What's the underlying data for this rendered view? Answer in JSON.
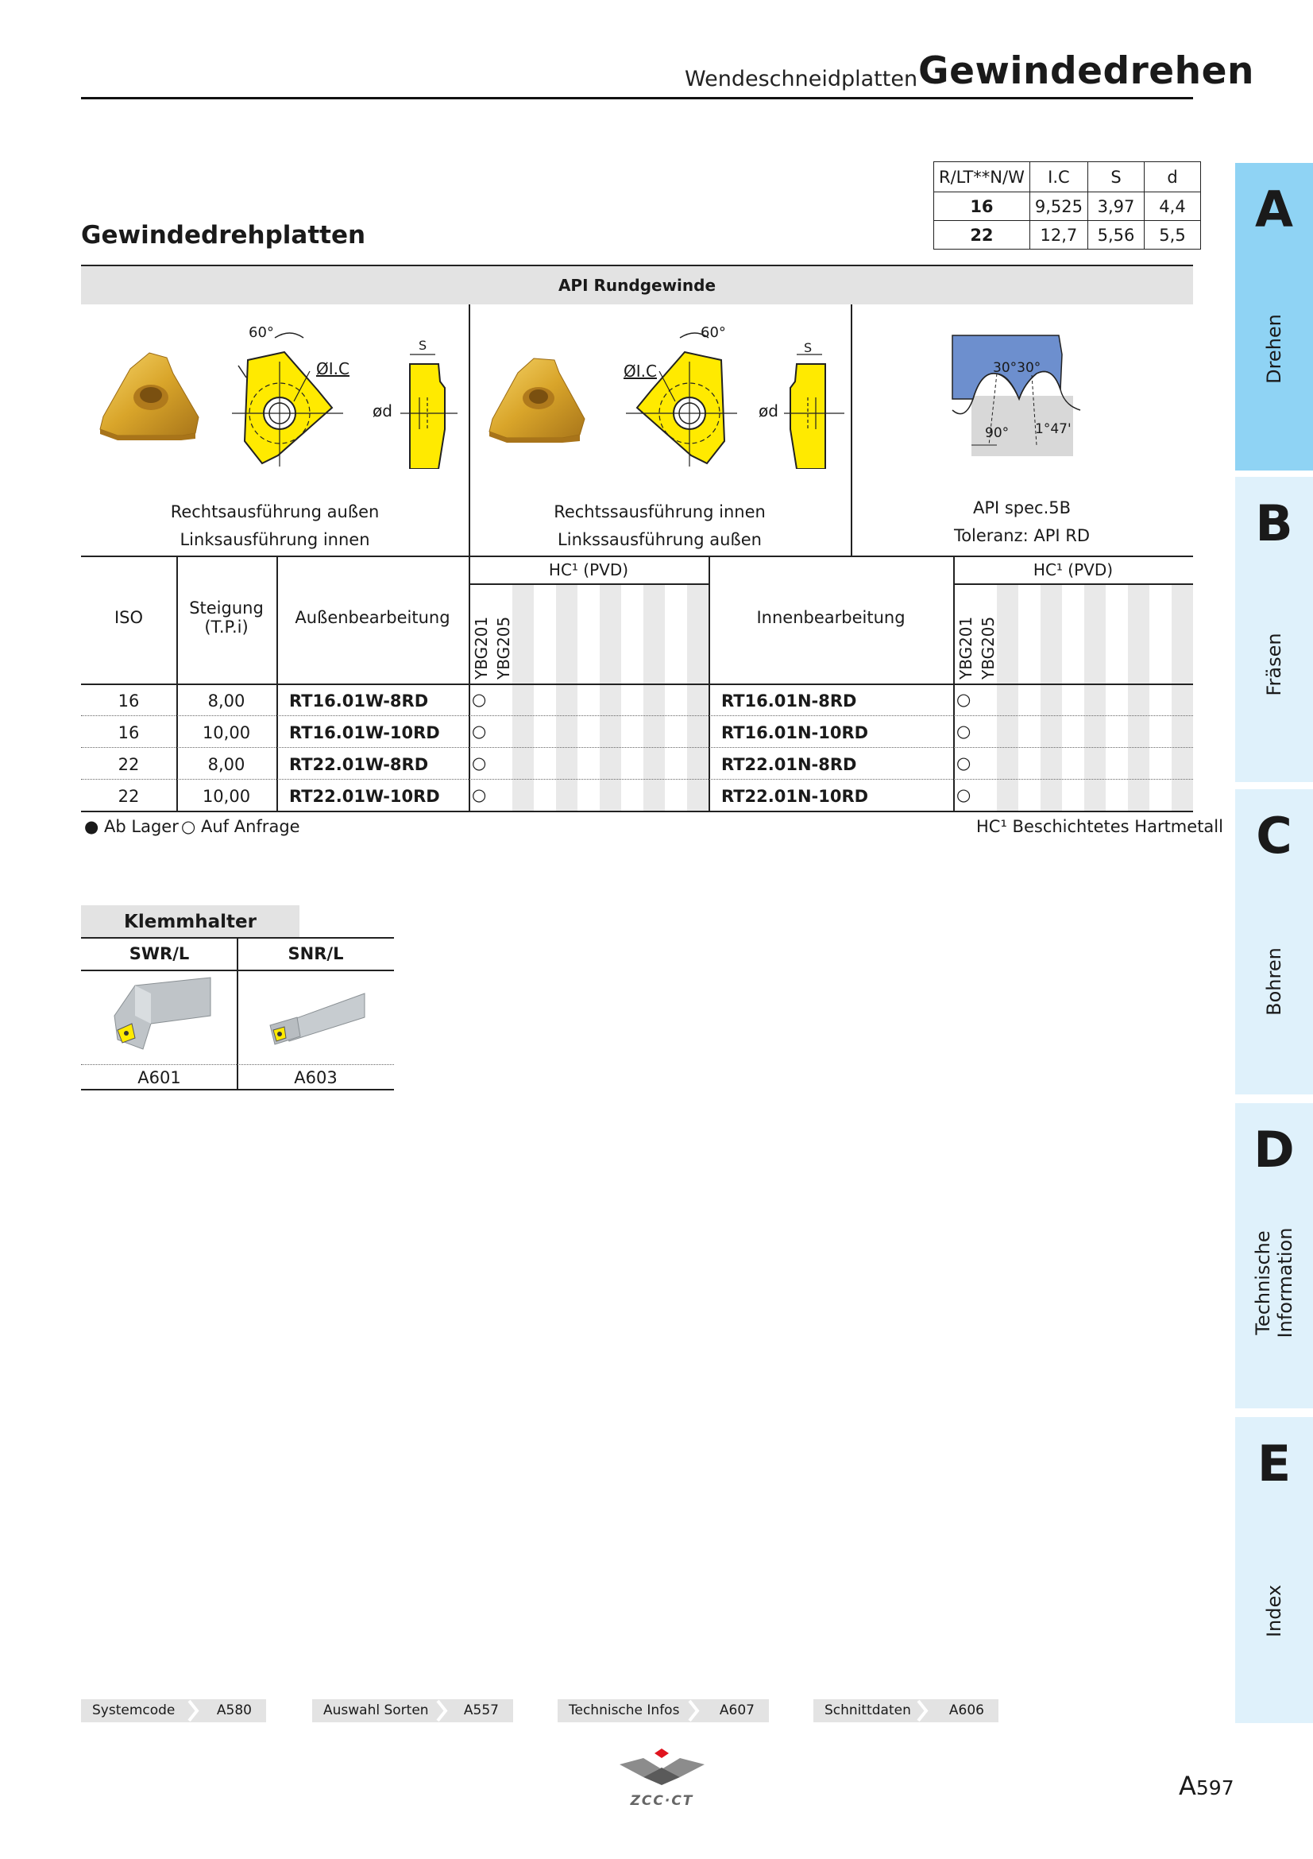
{
  "header": {
    "section": "Wendeschneidplatten",
    "title": "Gewindedrehen"
  },
  "dims_table": {
    "headers": [
      "R/LT**N/W",
      "I.C",
      "S",
      "d"
    ],
    "rows": [
      [
        "16",
        "9,525",
        "3,97",
        "4,4"
      ],
      [
        "22",
        "12,7",
        "5,56",
        "5,5"
      ]
    ]
  },
  "section_title": "Gewindedrehplatten",
  "api_band": "API Rundgewinde",
  "diagram_labels": {
    "angle": "60°",
    "ic": "ØI.C",
    "s": "S",
    "d": "ød",
    "profile_angles": "30°30°",
    "profile_90": "90°",
    "profile_147": "1°47'"
  },
  "captions": {
    "left_line1": "Rechtsausführung außen",
    "left_line2": "Linksausführung innen",
    "mid_line1": "Rechtssausführung innen",
    "mid_line2": "Linkssausführung außen",
    "right_line1": "API spec.5B",
    "right_line2": "Toleranz: API RD"
  },
  "main_table": {
    "col_iso": "ISO",
    "col_pitch_1": "Steigung",
    "col_pitch_2": "(T.P.i)",
    "col_ext": "Außenbearbeitung",
    "col_int": "Innenbearbeitung",
    "grade_group": "HC¹ (PVD)",
    "grades": [
      "YBG201",
      "YBG205"
    ],
    "rows": [
      {
        "iso": "16",
        "pitch": "8,00",
        "ext": "RT16.01W-8RD",
        "ext_avail": "○",
        "int": "RT16.01N-8RD",
        "int_avail": "○"
      },
      {
        "iso": "16",
        "pitch": "10,00",
        "ext": "RT16.01W-10RD",
        "ext_avail": "○",
        "int": "RT16.01N-10RD",
        "int_avail": "○"
      },
      {
        "iso": "22",
        "pitch": "8,00",
        "ext": "RT22.01W-8RD",
        "ext_avail": "○",
        "int": "RT22.01N-8RD",
        "int_avail": "○"
      },
      {
        "iso": "22",
        "pitch": "10,00",
        "ext": "RT22.01W-10RD",
        "ext_avail": "○",
        "int": "RT22.01N-10RD",
        "int_avail": "○"
      }
    ]
  },
  "legend": {
    "stock": "● Ab Lager",
    "request": "○ Auf Anfrage",
    "note": "HC¹ Beschichtetes Hartmetall"
  },
  "klemmhalter": {
    "title": "Klemmhalter",
    "cols": [
      {
        "name": "SWR/L",
        "page": "A601"
      },
      {
        "name": "SNR/L",
        "page": "A603"
      }
    ]
  },
  "tabs": [
    {
      "letter": "A",
      "label": "Drehen"
    },
    {
      "letter": "B",
      "label": "Fräsen"
    },
    {
      "letter": "C",
      "label": "Bohren"
    },
    {
      "letter": "D",
      "label_1": "Technische",
      "label_2": "Information"
    },
    {
      "letter": "E",
      "label": "Index"
    }
  ],
  "footer_links": [
    {
      "label": "Systemcode",
      "page": "A580"
    },
    {
      "label": "Auswahl Sorten",
      "page": "A557"
    },
    {
      "label": "Technische Infos",
      "page": "A607"
    },
    {
      "label": "Schnittdaten",
      "page": "A606"
    }
  ],
  "logo_text": "ZCC·CT",
  "page": {
    "prefix": "A",
    "number": "597"
  },
  "colors": {
    "tab_active": "#8fd3f4",
    "tab_inactive": "#dff1fb",
    "insert_yellow": "#ffea00",
    "insert_gold": "#d9a52a",
    "band_gray": "#e3e3e3",
    "profile_blue": "#6d8fce"
  }
}
